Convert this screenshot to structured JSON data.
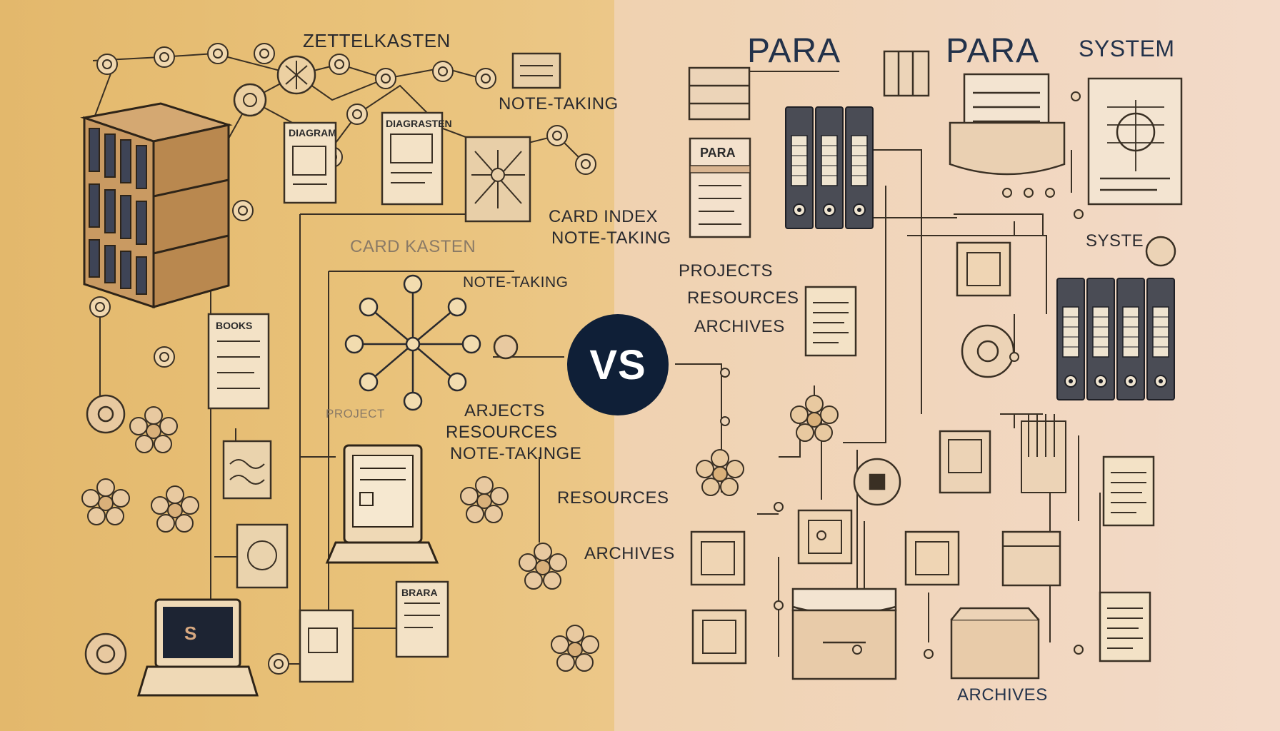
{
  "center": {
    "vs": "VS"
  },
  "left": {
    "title": "ZETTELKASTEN",
    "note_taking_1": "NOTE-TAKING",
    "card_index": "CARD INDEX",
    "note_taking_2": "NOTE-TAKING",
    "card_kasten": "CARD KASTEN",
    "note_taking_3": "NOTE-TAKING",
    "project_faint": "PROJECT",
    "arjects": "ARJECTS",
    "resources_1": "RESOURCES",
    "note_takinge": "NOTE-TAKINGE",
    "resources_2": "RESOURCES",
    "archives": "ARCHIVES",
    "card_label_1": "DIAGRAM",
    "card_label_2": "DIAGRASTEN",
    "card_label_3": "BOOKS",
    "card_label_4": "BRARA"
  },
  "right": {
    "para_1": "PARA",
    "para_2": "PARA",
    "system": "SYSTEM",
    "para_card": "PARA",
    "projects": "PROJECTS",
    "resources": "RESOURCES",
    "archives": "ARCHIVES",
    "syste": "SYSTE",
    "archives_bottom": "ARCHIVES"
  },
  "colors": {
    "ink": "#3a3024",
    "navy": "#0f1f37",
    "binder": "#4a4c55"
  }
}
